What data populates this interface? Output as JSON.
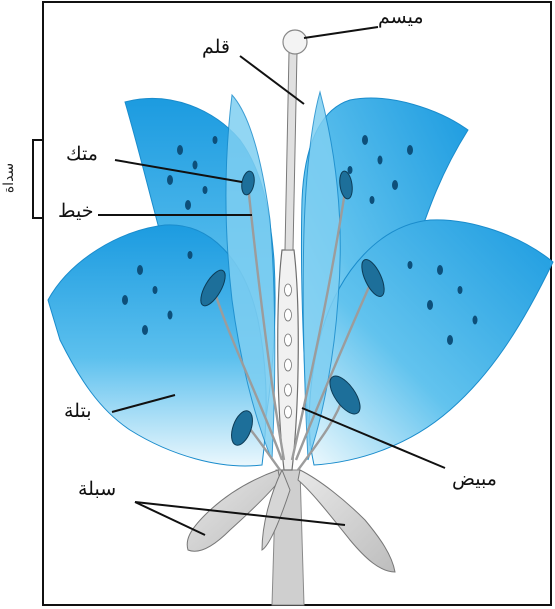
{
  "labels": {
    "stigma": "ميسم",
    "style": "قلم",
    "anther": "متك",
    "filament": "خيط",
    "petal": "بتلة",
    "ovary": "مبيض",
    "sepal": "سبلة",
    "stamen_bracket": "سداة"
  },
  "colors": {
    "petal_blue": "#1f9fe0",
    "petal_light": "#e6f5fc",
    "anther_dark": "#1d6f9a",
    "stem_grey": "#9a9a9a",
    "frame": "#111111"
  }
}
